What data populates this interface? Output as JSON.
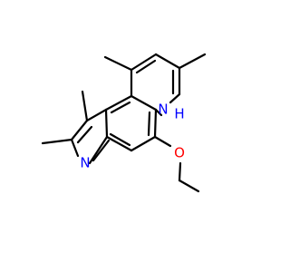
{
  "molecule": {
    "colors": {
      "bond": "#000000",
      "nitrogen": "#0000ff",
      "oxygen": "#ff0000",
      "background": "#ffffff"
    },
    "atoms": {
      "pyrrole_nitrogen": "N",
      "amine_nitrogen": "N",
      "amine_hydrogen": "H",
      "methoxy_oxygen": "O"
    }
  }
}
